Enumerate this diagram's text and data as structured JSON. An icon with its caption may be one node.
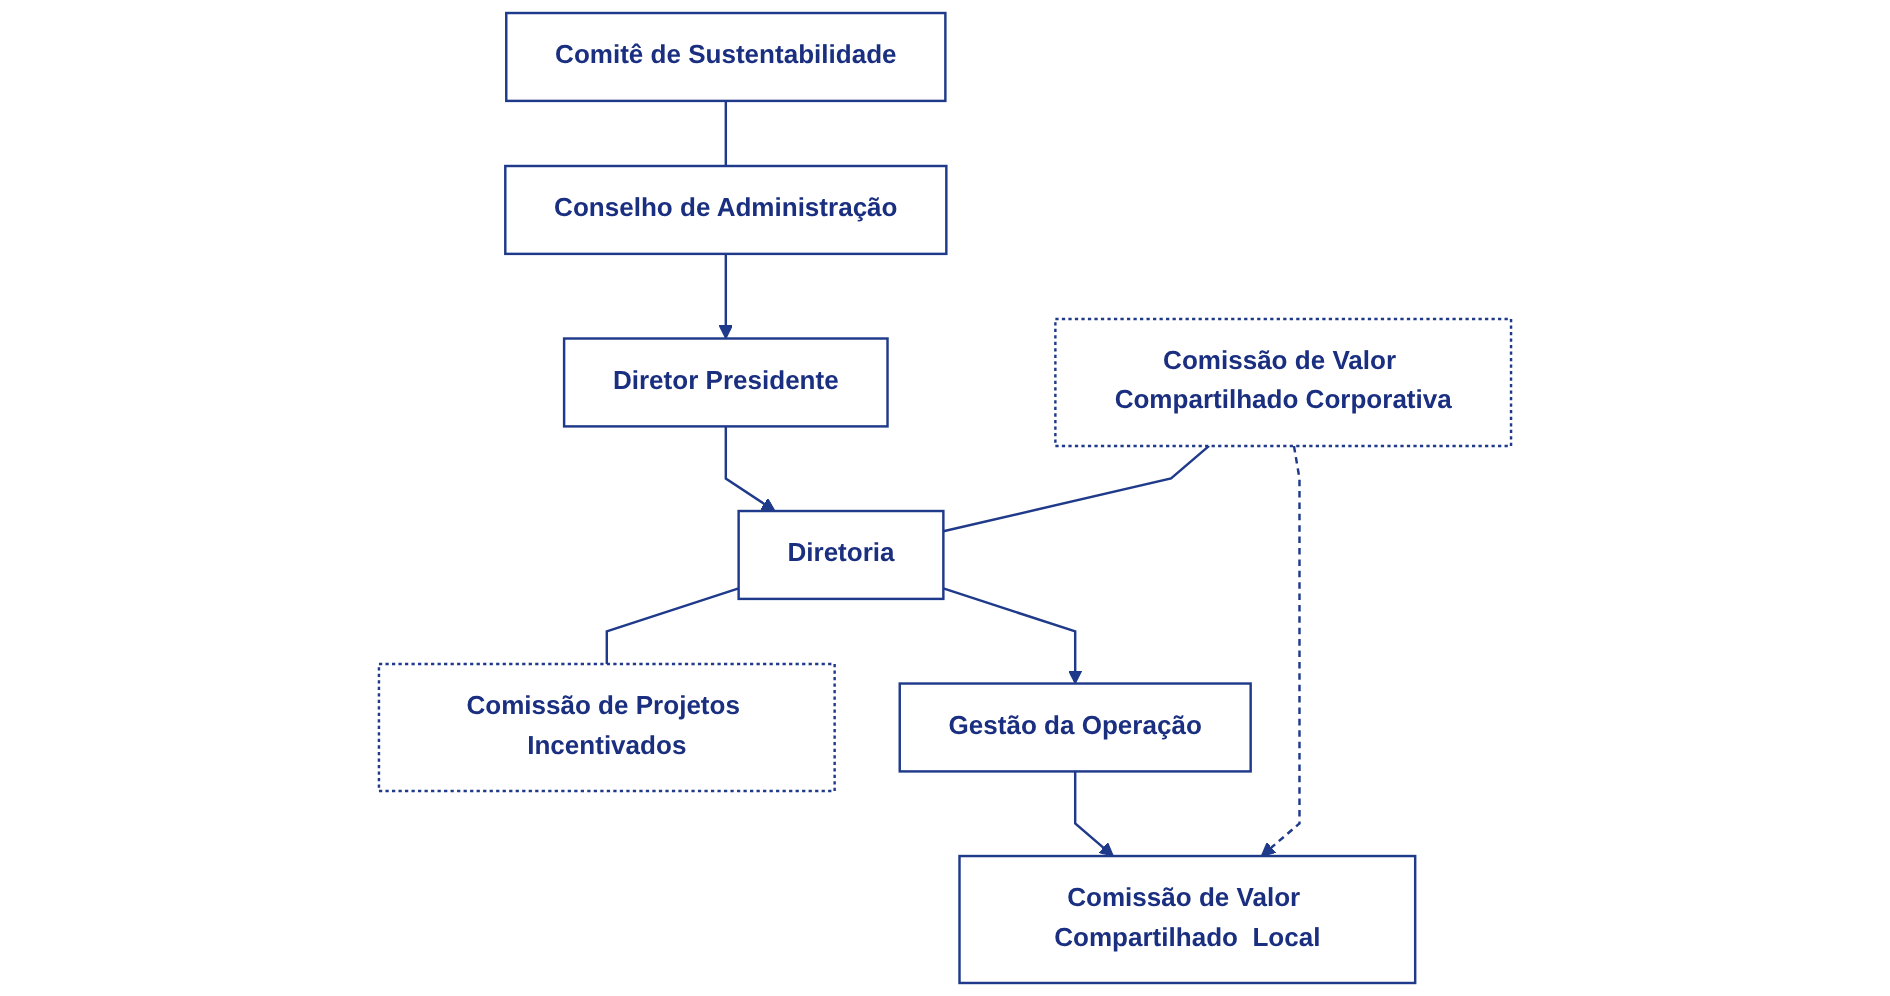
{
  "diagram": {
    "nodes": [
      {
        "text": [
          "Comitê de Sustentabilidade"
        ]
      },
      {
        "text": [
          "Conselho de Administração"
        ]
      },
      {
        "text": [
          "Diretor Presidente"
        ]
      },
      {
        "text": [
          "Comissão de Valor Compartilhado Corporativa"
        ]
      },
      {
        "text": [
          "Diretoria"
        ]
      },
      {
        "text": [
          "Comissão de Projetos Incentivados"
        ]
      },
      {
        "text": [
          "Gestão da Operação"
        ]
      },
      {
        "text": [
          "Comissão de Valor Compartilhado  Local"
        ]
      }
    ],
    "edges": [
      {
        "from": 0,
        "to": 1,
        "arrow": "none"
      },
      {
        "from": 1,
        "to": 2,
        "arrow": "to"
      },
      {
        "from": 2,
        "to": 4,
        "arrow": "to"
      },
      {
        "from": 3,
        "to": 4,
        "arrow": "none"
      },
      {
        "from": 4,
        "to": 5,
        "arrow": "none"
      },
      {
        "from": 4,
        "to": 6,
        "arrow": "to"
      },
      {
        "from": 6,
        "to": 7,
        "arrow": "to"
      },
      {
        "from": 3,
        "to": 7,
        "arrow": "to",
        "style": "dashed"
      }
    ]
  }
}
